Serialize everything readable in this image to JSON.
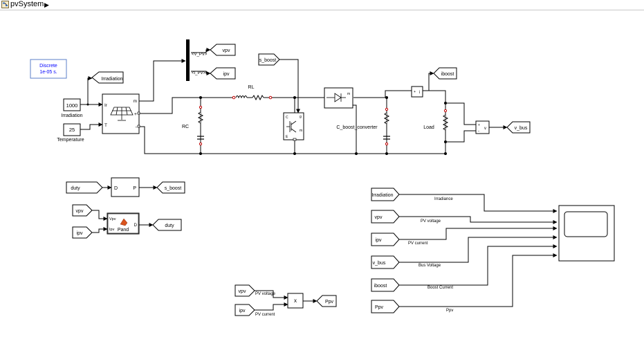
{
  "toolbar": {
    "model_name": "pvSystem",
    "arrow": "▶"
  },
  "powergui": {
    "line1": "Discrete",
    "line2": "1e-05 s."
  },
  "constants": {
    "irradiation_value": "1000",
    "irradiation_label": "Irradiation",
    "temperature_value": "25",
    "temperature_label": "Temperature"
  },
  "pv_array": {
    "port_ir": "Ir",
    "port_t": "T",
    "port_m": "m",
    "port_plus": "+",
    "port_minus": "-"
  },
  "gotos": {
    "irradiation": "Irradiation",
    "vpv": "vpv",
    "ipv": "ipv",
    "iboost": "iboost",
    "v_bus": "v_bus",
    "s_boost": "s_boost",
    "duty": "duty",
    "ppv": "Ppv"
  },
  "bus_selector": {
    "out1": "<V_PV>",
    "out2": "<I_PV>"
  },
  "froms": {
    "s_boost": "s_boost",
    "duty": "duty",
    "vpv": "vpv",
    "ipv": "ipv",
    "irradiation": "Irradiation",
    "v_bus": "v_bus",
    "iboost": "iboost",
    "ppv": "Ppv"
  },
  "circuit": {
    "rl_label": "RL",
    "rc_label": "RC",
    "converter_label": "C_boost_converter",
    "load_label": "Load",
    "meter_v": "v",
    "meter_i": "i",
    "diode_m": "m",
    "igbt_g": "g",
    "igbt_c": "C",
    "igbt_e": "E",
    "igbt_m": "m"
  },
  "pwm": {
    "in": "D",
    "out": "P"
  },
  "mppt": {
    "in1": "Vpv",
    "in2": "Ipv",
    "out": "D",
    "name": "Pand"
  },
  "product": {
    "symbol": "x"
  },
  "scope_labels": {
    "irradiance": "Irradiance",
    "pv_voltage": "PV voltage",
    "pv_current": "PV current",
    "bus_voltage": "Bus Voltage",
    "boost_current": "Boost Current",
    "ppv": "Ppv"
  },
  "product_labels": {
    "pv_voltage": "PV voltage",
    "pv_current": "PV current"
  },
  "colors": {
    "wire": "#000000",
    "powergui_text": "#0000ff",
    "powergui_border": "#5b7fc8",
    "mppt_icon": "#d9541e"
  }
}
